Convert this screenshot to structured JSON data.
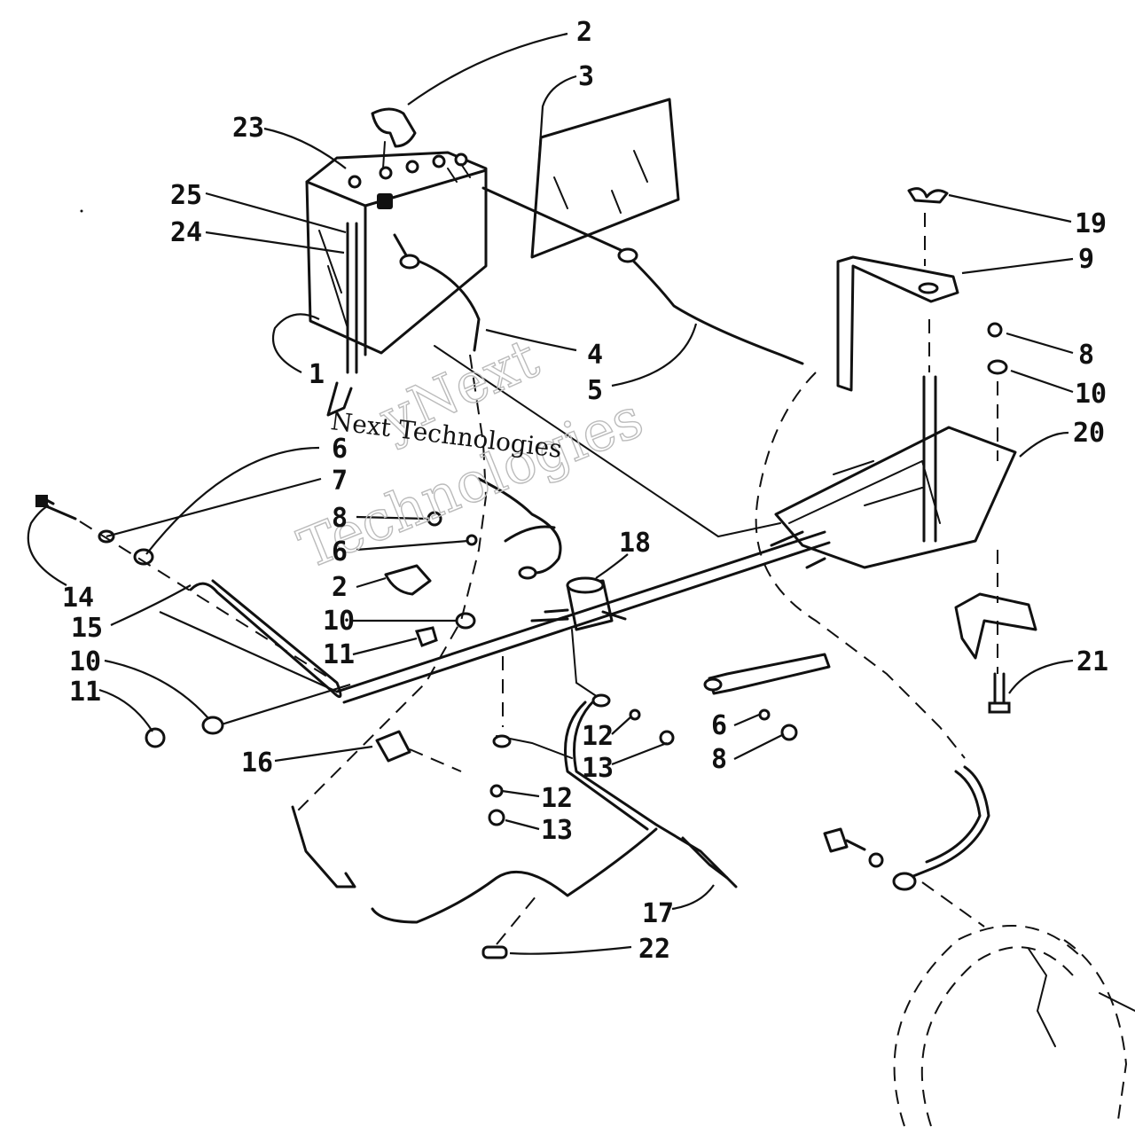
{
  "diagram": {
    "callouts": [
      {
        "id": "c2a",
        "text": "2"
      },
      {
        "id": "c3",
        "text": "3"
      },
      {
        "id": "c23",
        "text": "23"
      },
      {
        "id": "c25",
        "text": "25"
      },
      {
        "id": "c24",
        "text": "24"
      },
      {
        "id": "c19",
        "text": "19"
      },
      {
        "id": "c9",
        "text": "9"
      },
      {
        "id": "c8a",
        "text": "8"
      },
      {
        "id": "c10a",
        "text": "10"
      },
      {
        "id": "c20",
        "text": "20"
      },
      {
        "id": "c4",
        "text": "4"
      },
      {
        "id": "c5",
        "text": "5"
      },
      {
        "id": "c1",
        "text": "1"
      },
      {
        "id": "c6a",
        "text": "6"
      },
      {
        "id": "c7",
        "text": "7"
      },
      {
        "id": "c8b",
        "text": "8"
      },
      {
        "id": "c6b",
        "text": "6"
      },
      {
        "id": "c2b",
        "text": "2"
      },
      {
        "id": "c18",
        "text": "18"
      },
      {
        "id": "c14",
        "text": "14"
      },
      {
        "id": "c15",
        "text": "15"
      },
      {
        "id": "c10b",
        "text": "10"
      },
      {
        "id": "c11a",
        "text": "11"
      },
      {
        "id": "c10c",
        "text": "10"
      },
      {
        "id": "c11b",
        "text": "11"
      },
      {
        "id": "c21",
        "text": "21"
      },
      {
        "id": "c16",
        "text": "16"
      },
      {
        "id": "c12a",
        "text": "12"
      },
      {
        "id": "c13a",
        "text": "13"
      },
      {
        "id": "c6c",
        "text": "6"
      },
      {
        "id": "c8c",
        "text": "8"
      },
      {
        "id": "c12b",
        "text": "12"
      },
      {
        "id": "c13b",
        "text": "13"
      },
      {
        "id": "c17",
        "text": "17"
      },
      {
        "id": "c22",
        "text": "22"
      }
    ],
    "watermark": {
      "line1": "yNext",
      "line2": "Technologies",
      "line3": "Next Technologies"
    }
  }
}
